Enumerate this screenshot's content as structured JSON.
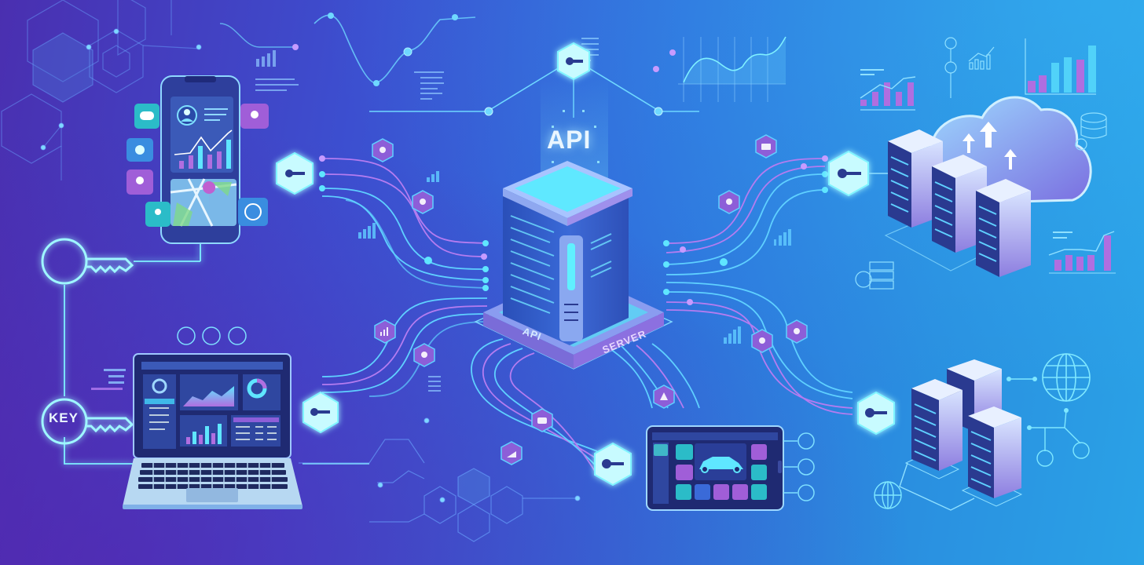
{
  "diagram": {
    "theme_colors": {
      "bg_left": "#4a2fb0",
      "bg_right": "#2aa2e6",
      "cyan": "#5fe6ff",
      "violet": "#b06ee0",
      "glow": "#8ff3ff"
    },
    "central_server": {
      "title": "API",
      "platform_label_left": "API",
      "platform_label_right": "SERVER"
    },
    "keys": {
      "left_key_label": "KEY"
    },
    "nodes": [
      {
        "id": "mobile-app",
        "label": "Mobile phone app with profile, chart and map"
      },
      {
        "id": "laptop-dashboard",
        "label": "Laptop analytics dashboard"
      },
      {
        "id": "tablet-car",
        "label": "Tablet car control app"
      },
      {
        "id": "cloud-servers",
        "label": "Cloud with server racks"
      },
      {
        "id": "server-cluster",
        "label": "Server cluster with globe network"
      }
    ],
    "key_hexagons": [
      "top",
      "left-upper",
      "left-lower",
      "right-upper",
      "right-lower",
      "bottom"
    ]
  }
}
